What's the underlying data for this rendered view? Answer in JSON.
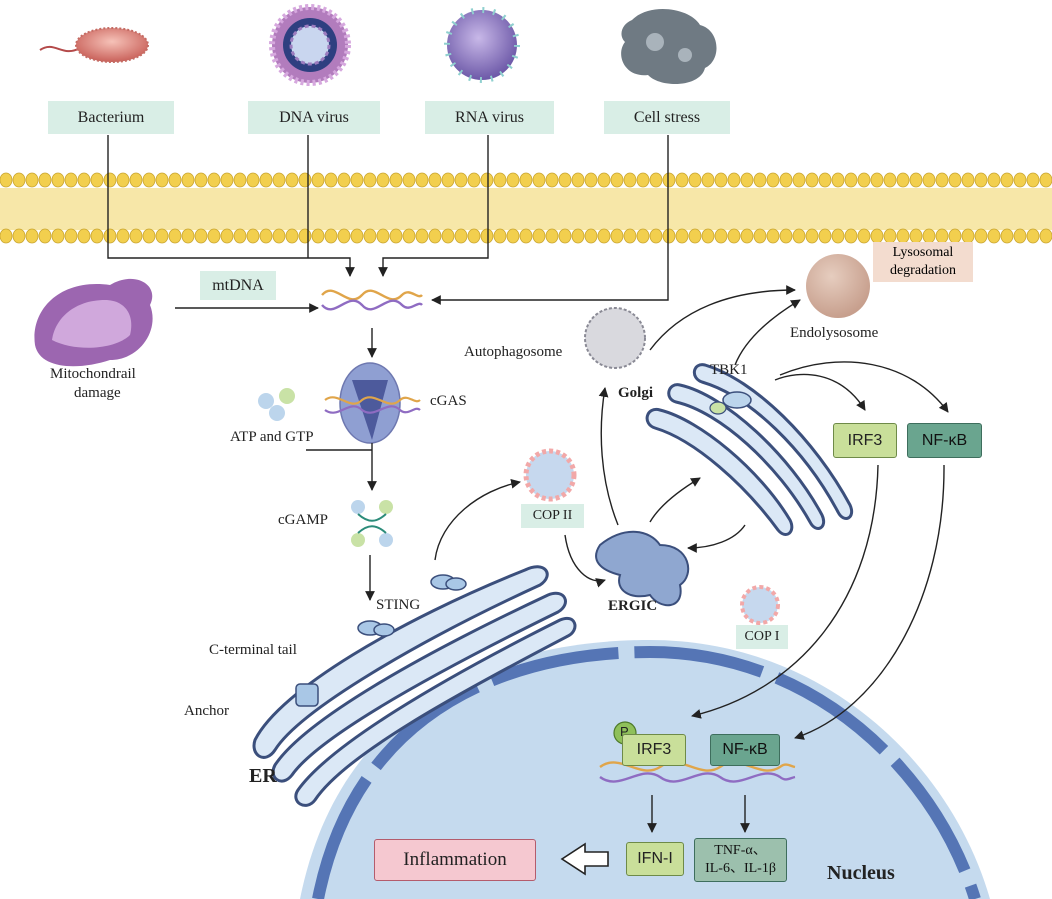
{
  "stimuli": {
    "bacterium": "Bacterium",
    "dna_virus": "DNA virus",
    "rna_virus": "RNA virus",
    "cell_stress": "Cell stress"
  },
  "labels": {
    "mtdna": "mtDNA",
    "mito_line1": "Mitochondrail",
    "mito_line2": "damage",
    "cgas": "cGAS",
    "atp_gtp": "ATP and GTP",
    "cgamp": "cGAMP",
    "sting": "STING",
    "c_terminal": "C-terminal tail",
    "anchor": "Anchor",
    "er": "ER",
    "cop2": "COP II",
    "cop1": "COP I",
    "ergic": "ERGIC",
    "golgi": "Golgi",
    "autophagosome": "Autophagosome",
    "tbk1": "TBK1",
    "endolysosome": "Endolysosome",
    "lyso_line1": "Lysosomal",
    "lyso_line2": "degradation",
    "irf3": "IRF3",
    "nfkb": "NF-κB",
    "irf3_nuc": "IRF3",
    "nfkb_nuc": "NF-κB",
    "phospho": "P",
    "ifn": "IFN-I",
    "cytokine_line1": "TNF-α、",
    "cytokine_line2": "IL-6、IL-1β",
    "inflammation": "Inflammation",
    "nucleus": "Nucleus"
  },
  "colors": {
    "membrane_head": "#f2cf4e",
    "nucleus_fill": "#c5daee",
    "nucleus_envelope": "#5575b5",
    "er_fill": "#dbe8f6",
    "er_stroke": "#3b4f7c",
    "inflammation_fill": "#f5c8d0",
    "lyso_fill": "#f3dccf"
  }
}
